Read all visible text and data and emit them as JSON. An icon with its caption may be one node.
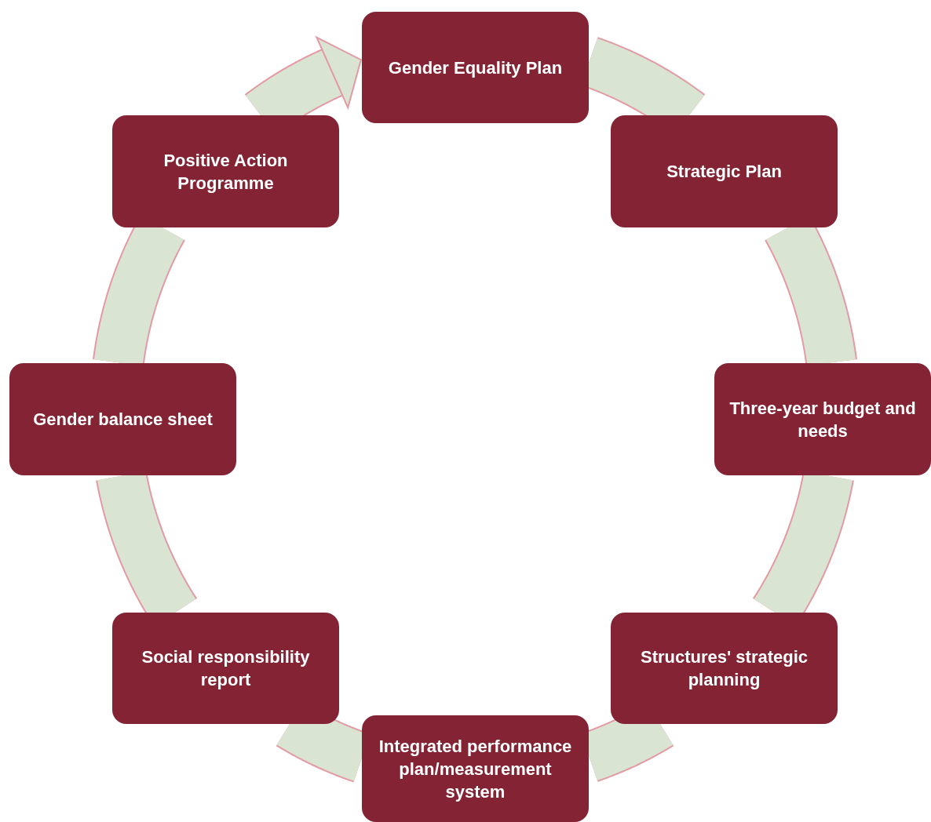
{
  "diagram": {
    "nodes": [
      {
        "text": [
          "Gender Equality Plan"
        ]
      },
      {
        "text": [
          "Strategic Plan"
        ]
      },
      {
        "text": [
          "Three-year budget and needs"
        ]
      },
      {
        "text": [
          "Structures' strategic planning"
        ]
      },
      {
        "text": [
          "Integrated performance plan/measurement system"
        ]
      },
      {
        "text": [
          "Social responsibility report"
        ]
      },
      {
        "text": [
          "Gender balance sheet"
        ]
      },
      {
        "text": [
          "Positive Action Programme"
        ]
      }
    ],
    "edges": [
      {
        "from": 0,
        "to": 1,
        "arrow": "none"
      },
      {
        "from": 1,
        "to": 2,
        "arrow": "none"
      },
      {
        "from": 2,
        "to": 3,
        "arrow": "none"
      },
      {
        "from": 3,
        "to": 4,
        "arrow": "none"
      },
      {
        "from": 4,
        "to": 5,
        "arrow": "none"
      },
      {
        "from": 5,
        "to": 6,
        "arrow": "none"
      },
      {
        "from": 6,
        "to": 7,
        "arrow": "none"
      },
      {
        "from": 7,
        "to": 0,
        "arrow": "to"
      }
    ]
  }
}
